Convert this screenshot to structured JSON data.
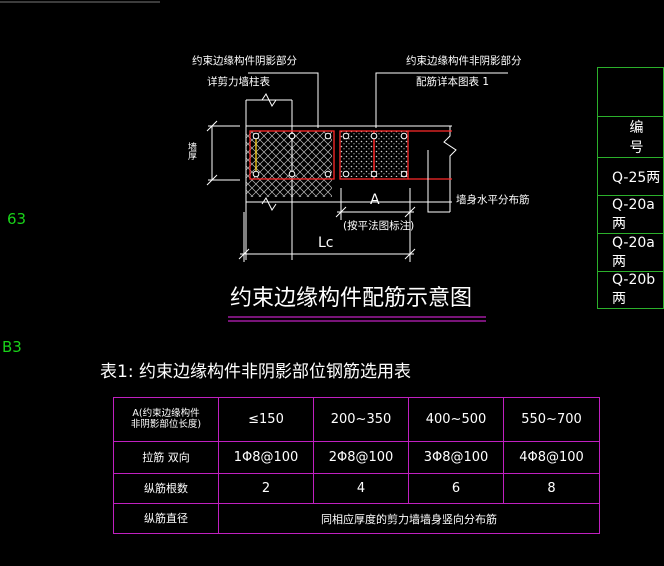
{
  "side_labels": {
    "left_a": "63",
    "left_b": "B3"
  },
  "diagram": {
    "title": "约束边缘构件配筋示意图",
    "callout_left": {
      "line1": "约束边缘构件阴影部分",
      "line2": "详剪力墙柱表"
    },
    "callout_right": {
      "line1": "约束边缘构件非阴影部分",
      "line2": "配筋详本图表 1"
    },
    "wall_width_label": "墙厚",
    "dim_a": "A",
    "dim_a_note": "(按平法图标注)",
    "dim_lc": "Lc",
    "wall_rebar_label": "墙身水平分布筋"
  },
  "table1": {
    "caption": "表1: 约束边缘构件非阴影部位钢筋选用表",
    "header": {
      "label_line1": "A(约束边缘构件",
      "label_line2": "非阴影部位长度)",
      "cols": [
        "≤150",
        "200~350",
        "400~500",
        "550~700"
      ]
    },
    "rows": [
      {
        "label": "拉筋 双向",
        "cells": [
          "1Φ8@100",
          "2Φ8@100",
          "3Φ8@100",
          "4Φ8@100"
        ]
      },
      {
        "label": "纵筋根数",
        "cells": [
          "2",
          "4",
          "6",
          "8"
        ]
      }
    ],
    "last_row": {
      "label": "纵筋直径",
      "text": "同相应厚度的剪力墙墙身竖向分布筋"
    }
  },
  "table2": {
    "header": "编号",
    "rows": [
      "Q-25两",
      "Q-20a两",
      "Q-20a两",
      "Q-20b两"
    ]
  },
  "colors": {
    "background": "#000000",
    "table1_border": "#c020c0",
    "table2_border": "#2bb02b",
    "side_label": "#19d219",
    "rebar": "#ff2a2a",
    "title_underline": "#c020c0"
  }
}
